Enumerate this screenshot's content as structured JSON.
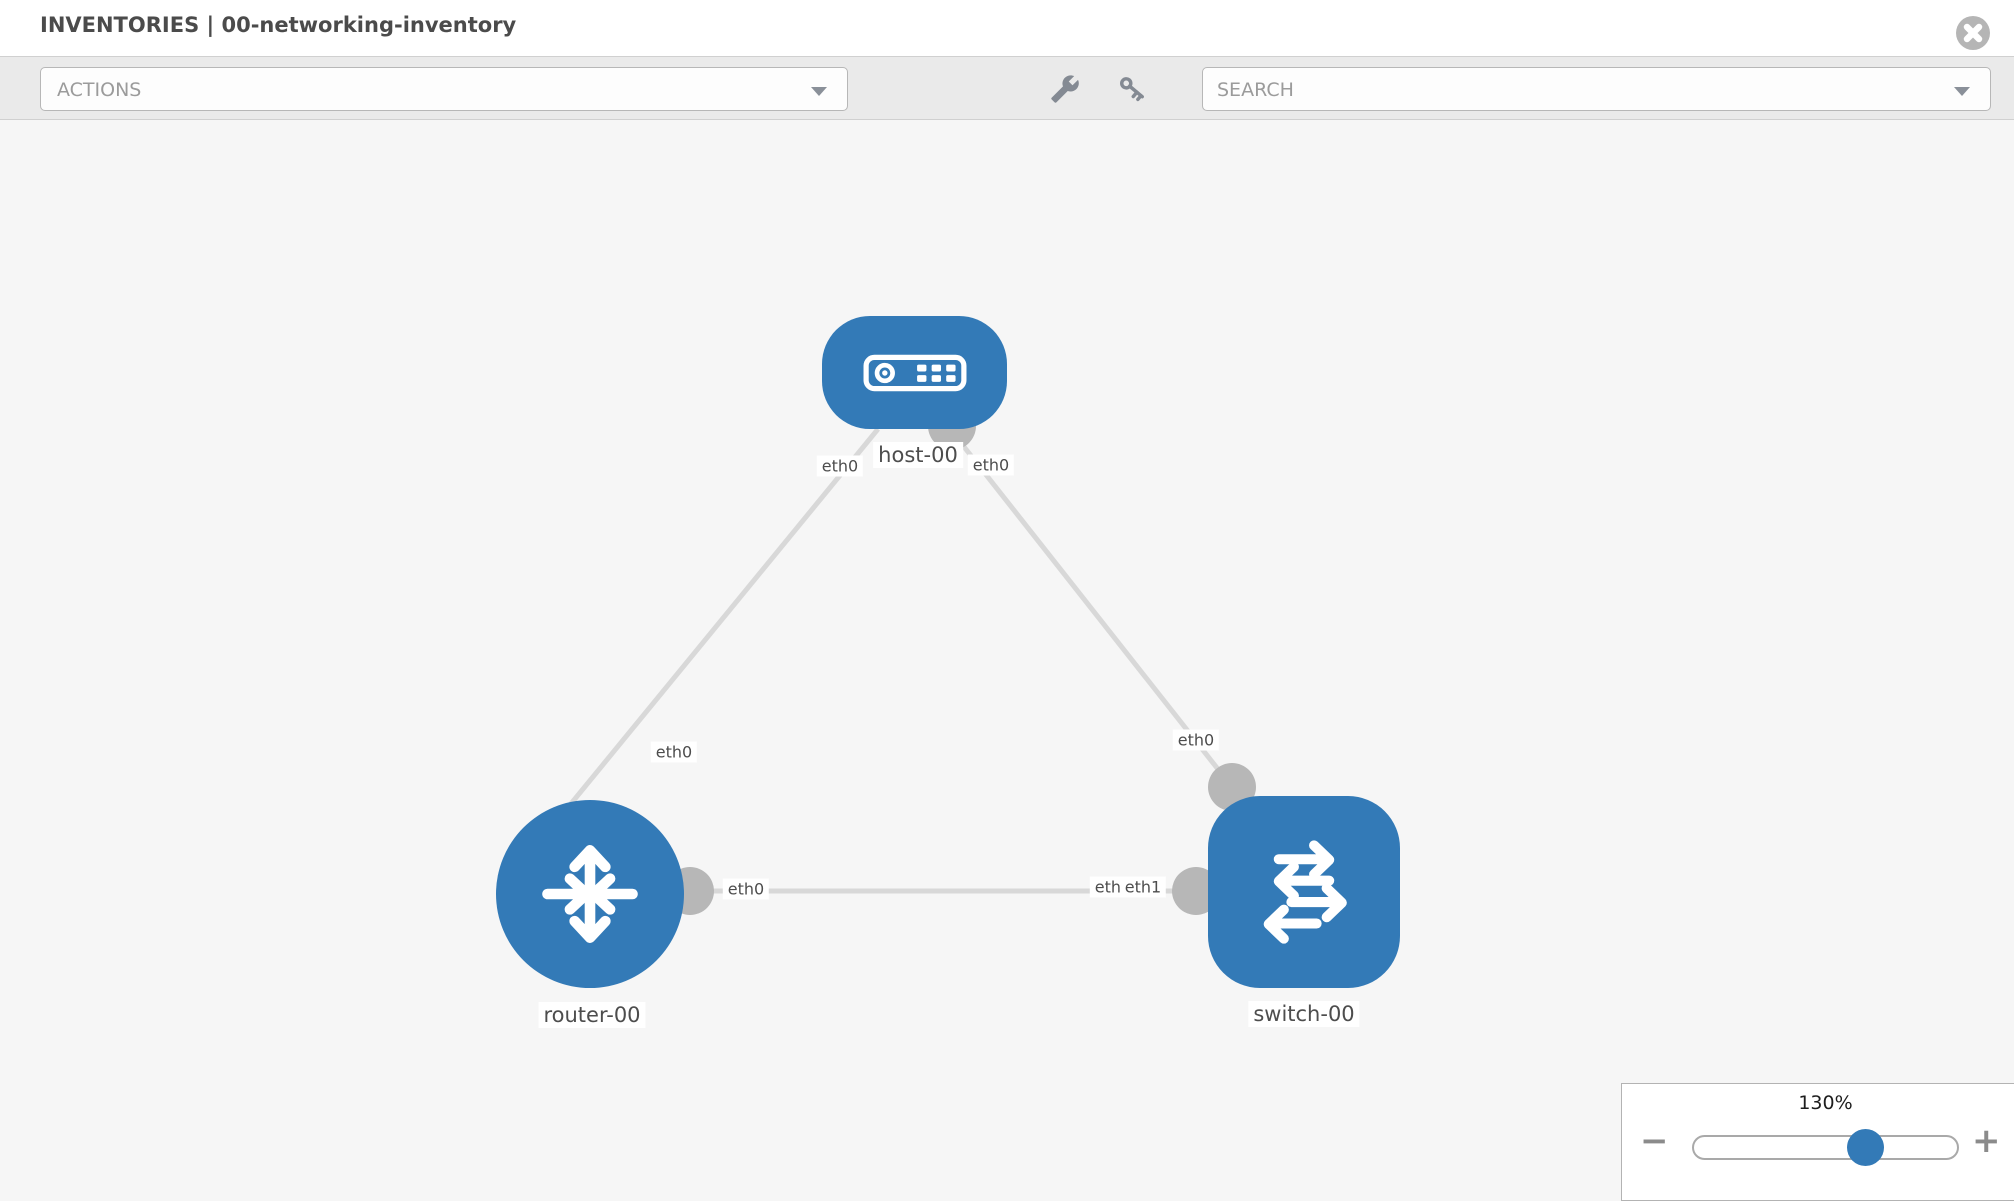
{
  "header": {
    "title": "INVENTORIES | 00-networking-inventory",
    "close_icon": "circle-x"
  },
  "toolbar": {
    "actions_placeholder": "ACTIONS",
    "search_placeholder": "SEARCH",
    "icons": [
      "wrench-icon",
      "key-icon"
    ]
  },
  "topology": {
    "nodes": [
      {
        "id": "host-00",
        "type": "host",
        "label": "host-00"
      },
      {
        "id": "router-00",
        "type": "router",
        "label": "router-00"
      },
      {
        "id": "switch-00",
        "type": "switch",
        "label": "switch-00"
      }
    ],
    "links": [
      {
        "from": "host-00",
        "from_if": "eth0",
        "to": "router-00",
        "to_if": "eth0"
      },
      {
        "from": "host-00",
        "from_if": "eth0",
        "to": "switch-00",
        "to_if": "eth0"
      },
      {
        "from": "router-00",
        "from_if": "eth0",
        "to": "switch-00",
        "to_if": "eth1"
      }
    ],
    "labels": {
      "host": "host-00",
      "router": "router-00",
      "switch": "switch-00",
      "if_host_left": "eth0",
      "if_host_right": "eth0",
      "if_diag_left": "eth0",
      "if_diag_right": "eth0",
      "if_horizontal_router": "eth0",
      "if_horizontal_switch_under": "eth0",
      "if_horizontal_switch_over": "eth1"
    }
  },
  "zoom_control": {
    "level": "130%",
    "minus_label": "−",
    "plus_label": "+"
  },
  "colors": {
    "node_blue": "#337ab7",
    "link_gray": "#d8d8d8",
    "stub_gray": "#b7b7b7",
    "canvas_bg": "#f6f6f6",
    "toolbar_bg": "#eaeaea"
  }
}
